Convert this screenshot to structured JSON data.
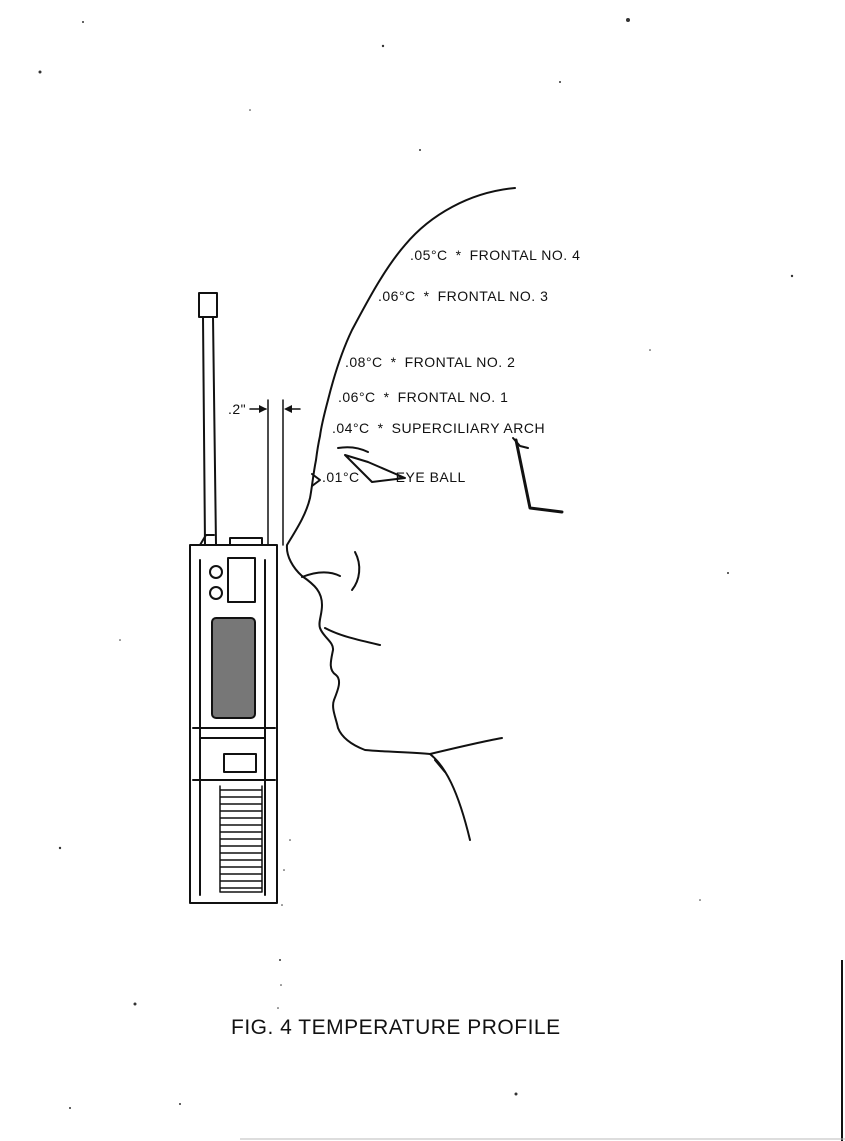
{
  "figure": {
    "caption": "FIG. 4 TEMPERATURE PROFILE",
    "spacing_label": ".2\"",
    "measurements": [
      {
        "value": ".05°C",
        "location": "FRONTAL NO. 4"
      },
      {
        "value": ".06°C",
        "location": "FRONTAL NO. 3"
      },
      {
        "value": ".08°C",
        "location": "FRONTAL NO. 2"
      },
      {
        "value": ".06°C",
        "location": "FRONTAL NO. 1"
      },
      {
        "value": ".04°C",
        "location": "SUPERCILIARY ARCH"
      },
      {
        "value": ".01°C",
        "location": "EYE BALL"
      }
    ],
    "marker_glyph": "*"
  },
  "colors": {
    "ink": "#111111",
    "paper": "#ffffff"
  }
}
